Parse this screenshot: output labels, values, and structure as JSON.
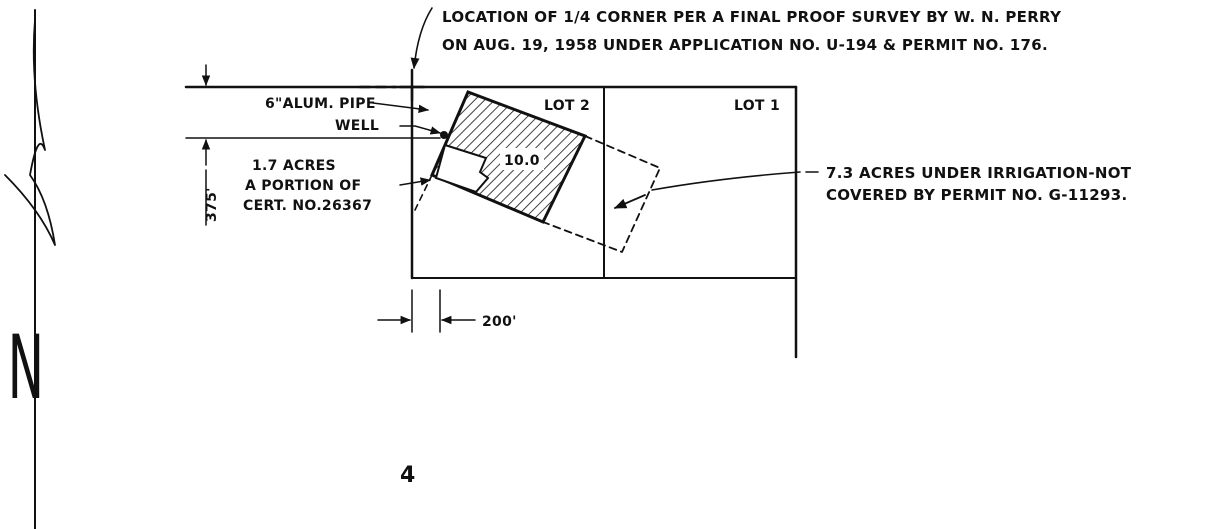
{
  "corner_note": {
    "line1": "LOCATION OF 1/4 CORNER PER A FINAL PROOF SURVEY BY W. N. PERRY",
    "line2": "ON AUG. 19, 1958 UNDER APPLICATION NO. U-194 & PERMIT NO. 176."
  },
  "pipe_label": "6\"ALUM. PIPE",
  "well_label": "WELL",
  "portion_note": {
    "line1": "1.7 ACRES",
    "line2": "A PORTION OF",
    "line3": "CERT. NO.26367"
  },
  "dim_vertical": "375'",
  "dim_horizontal": "200'",
  "area_label": "10.0",
  "lots": [
    "LOT 2",
    "LOT 1"
  ],
  "irrigation_note": {
    "line1": "7.3 ACRES UNDER IRRIGATION-NOT",
    "line2": "COVERED BY PERMIT NO. G-11293."
  },
  "north_symbol": "N",
  "section_number": "4"
}
